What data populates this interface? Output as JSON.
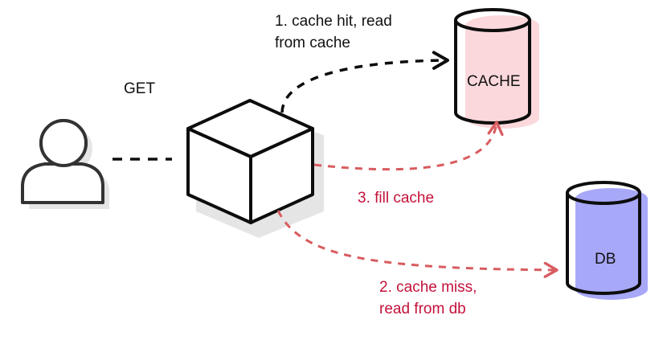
{
  "labels": {
    "get": "GET",
    "cache_hit_line1": "1. cache hit, read",
    "cache_hit_line2": "from cache",
    "cache": "CACHE",
    "fill_cache": "3. fill cache",
    "db": "DB",
    "cache_miss_line1": "2. cache miss,",
    "cache_miss_line2": "read from db"
  },
  "colors": {
    "cache_fill": "#fad8db",
    "db_fill": "#a8a8f8",
    "arrow_red": "#d85c60",
    "text_red": "#c4123a",
    "stroke": "#0d0d0d",
    "shadow": "#e5e5e5"
  }
}
